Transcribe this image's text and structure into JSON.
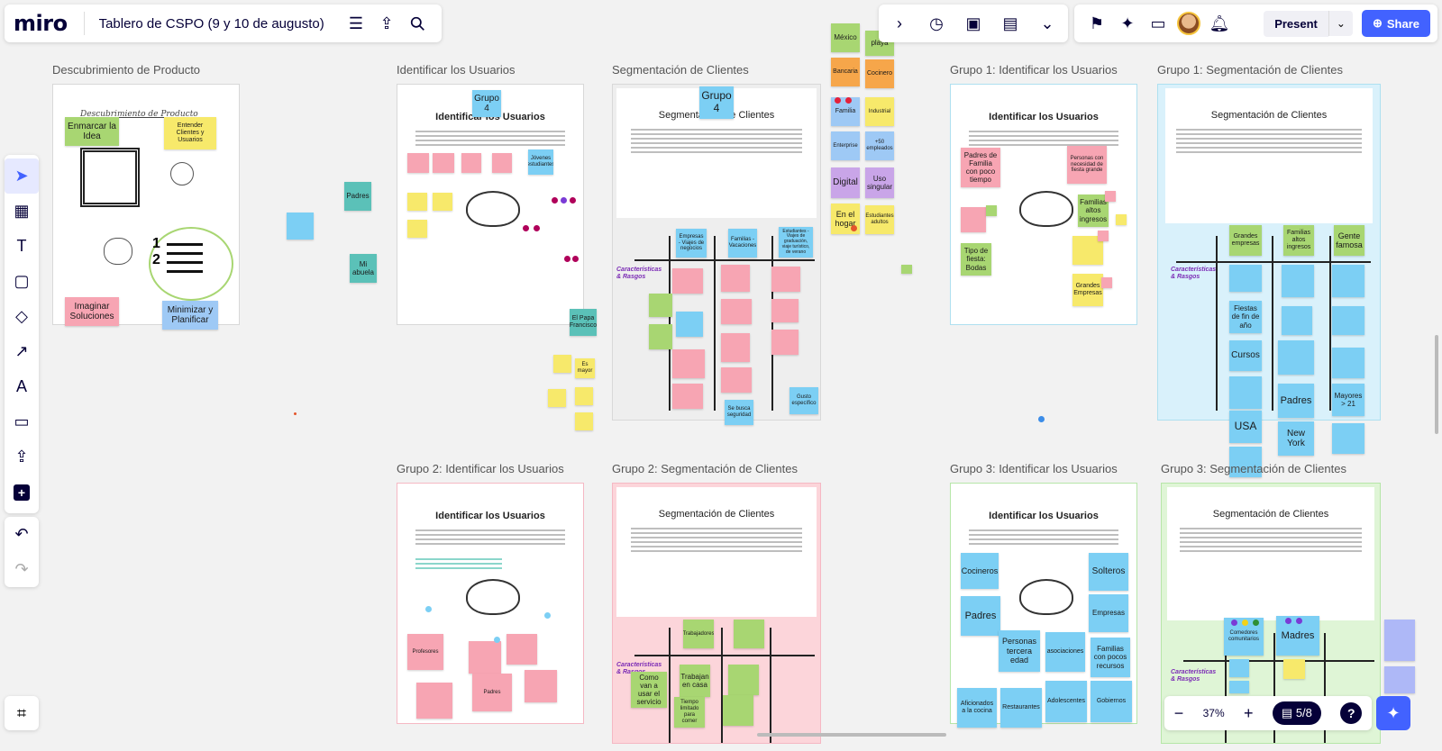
{
  "app": {
    "logo": "miro",
    "board_title": "Tablero de CSPO (9 y 10 de augusto)"
  },
  "topbar": {
    "menu_icon": "hamburger-icon",
    "export_icon": "upload-icon",
    "search_icon": "search-icon",
    "mid_icons": [
      "chevron-right-icon",
      "timer-icon",
      "screen-share-icon",
      "notes-icon",
      "chevron-double-down-icon"
    ],
    "right_icons": [
      "cursor-flag-icon",
      "reactions-icon",
      "comment-icon",
      "avatar",
      "bell-icon"
    ],
    "present_label": "Present",
    "share_label": "Share"
  },
  "toolbar": {
    "tools": [
      "select-tool",
      "templates-tool",
      "text-tool",
      "sticky-note-tool",
      "shapes-tool",
      "connector-tool",
      "pen-tool",
      "comment-tool",
      "upload-tool",
      "add-tool"
    ],
    "glyphs": [
      "➤",
      "▦",
      "T",
      "▢",
      "◇",
      "↗",
      "A",
      "▭",
      "⇪",
      "+"
    ],
    "undo": "↶",
    "redo": "↷",
    "frames": "⌗"
  },
  "zoom": {
    "minus": "−",
    "value": "37%",
    "plus": "+",
    "frames": "5/8",
    "help": "?"
  },
  "frames": {
    "descubrimiento": {
      "label": "Descubrimiento de Producto",
      "doc_title": "Descubrimiento de Producto"
    },
    "identificar": {
      "label": "Identificar los Usuarios",
      "doc_title": "Identificar los Usuarios"
    },
    "segmentacion": {
      "label": "Segmentación de Clientes",
      "doc_title": "Segmentación de Clientes"
    },
    "g1_identificar": {
      "label": "Grupo 1: Identificar los Usuarios",
      "doc_title": "Identificar los Usuarios"
    },
    "g1_segmentacion": {
      "label": "Grupo 1: Segmentación de Clientes",
      "doc_title": "Segmentación de Clientes"
    },
    "g2_identificar": {
      "label": "Grupo 2: Identificar los Usuarios",
      "doc_title": "Identificar los Usuarios"
    },
    "g2_segmentacion": {
      "label": "Grupo 2: Segmentación de Clientes",
      "doc_title": "Segmentación de Clientes"
    },
    "g3_identificar": {
      "label": "Grupo 3: Identificar los Usuarios",
      "doc_title": "Identificar los Usuarios"
    },
    "g3_segmentacion": {
      "label": "Grupo 3: Segmentación de Clientes",
      "doc_title": "Segmentación de Clientes"
    }
  },
  "rasgos": "Características & Rasgos",
  "stickies": {
    "enmarcar": "Enmarcar la Idea",
    "entender": "Entender Clientes y Usuarios",
    "imaginar": "Imaginar Soluciones",
    "minimizar": "Minimizar y Planificar",
    "padres": "Padres",
    "mi_abuela": "Mi abuela",
    "grupo4a": "Grupo 4",
    "grupo4b": "Grupo 4",
    "el_papa": "El Papa Francisco",
    "es_mayor": "Es mayor",
    "mexico": "México",
    "playa": "playa",
    "bancaria": "Bancaria",
    "cocinero": "Cocinero",
    "familia": "Familia",
    "industrial": "Industrial",
    "enterprise": "Enterprise",
    "mas50": "+50 empleados",
    "digital": "Digital",
    "uso_singular": "Uso singular",
    "en_el_hogar": "En el hogar",
    "estudiantes": "Estudiantes adultos",
    "jovenes": "Jóvenes estudiantes",
    "empresas_viajes": "Empresas - Viajes de negocios",
    "familias_vac": "Familias - Vacaciones",
    "estudiantes_grad": "Estudiantes - Viajes de graduación, viaje turístico, de verano",
    "gusto_especifico": "Gusto específico",
    "se_busca": "Se busca seguridad",
    "padres_poco": "Padres de Familia con poco tiempo",
    "personas_fiesta": "Personas con necesidad de fiesta grande",
    "familias_altos": "Familias altos ingresos",
    "tipo_fiesta": "Tipo de fiesta: Bodas",
    "grandes_empresas": "Grandes Empresas",
    "grandes_emp2": "Grandes empresas",
    "familias_altos2": "Familias altos ingresos",
    "gente_famosa": "Gente famosa",
    "fiestas_fin": "Fiestas de fin de año",
    "cursos": "Cursos",
    "padres2": "Padres",
    "usa": "USA",
    "new_york": "New York",
    "mayores21": "Mayores > 21",
    "cocineros": "Cocineros",
    "solteros": "Solteros",
    "padres3": "Padres",
    "empresas": "Empresas",
    "personas_tercera": "Personas tercera edad",
    "asociaciones": "asociaciones",
    "familias_pocos": "Familias con pocos recursos",
    "aficionados": "Aficionados a la cocina",
    "restaurantes": "Restaurantes",
    "adolescentes": "Adolescentes",
    "gobiernos": "Gobiernos",
    "madres": "Madres",
    "comedores": "Comedores comunitarios",
    "como_van": "Como van a usar el servicio",
    "trabajan_casa": "Trabajan en casa",
    "tiempo_limitado": "Tiempo limitado para comer",
    "trabajadores": "Trabajadores",
    "profesores": "Profesores",
    "padres4": "Padres"
  },
  "colors": {
    "accent": "#4262ff",
    "yellow": "#f7e96b",
    "green": "#a8d672",
    "blue": "#7ccff4",
    "pink": "#f7a5b3"
  }
}
